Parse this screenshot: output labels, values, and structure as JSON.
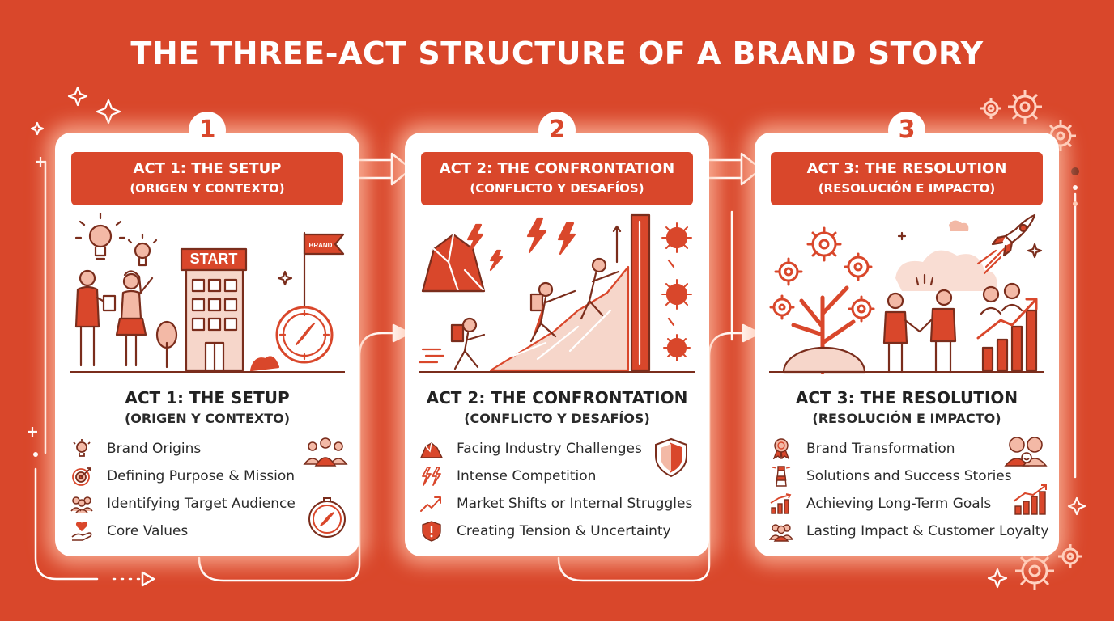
{
  "title": "THE THREE-ACT STRUCTURE OF A BRAND STORY",
  "colors": {
    "background": "#d9472b",
    "accent": "#d9472b",
    "card": "#ffffff",
    "text": "#2b2b2b"
  },
  "acts": [
    {
      "number": "1",
      "banner_title": "ACT 1: THE SETUP",
      "banner_subtitle": "(ORIGEN Y CONTEXTO)",
      "heading": "ACT 1: THE SETUP",
      "subheading": "(ORIGEN Y CONTEXTO)",
      "sign_text": "START",
      "flag_text": "BRAND",
      "items": [
        {
          "label": "Brand Origins",
          "icon": "lightbulb-icon"
        },
        {
          "label": "Defining Purpose & Mission",
          "icon": "target-icon"
        },
        {
          "label": "Identifying Target Audience",
          "icon": "audience-icon"
        },
        {
          "label": "Core Values",
          "icon": "heart-hand-icon"
        }
      ],
      "side_icons": [
        "group-icon",
        "compass-icon"
      ]
    },
    {
      "number": "2",
      "banner_title": "ACT 2: THE CONFRONTATION",
      "banner_subtitle": "(CONFLICTO Y DESAFÍOS)",
      "heading": "ACT 2: THE CONFRONTATION",
      "subheading": "(CONFLICTO Y DESAFÍOS)",
      "items": [
        {
          "label": "Facing Industry Challenges",
          "icon": "rocks-icon"
        },
        {
          "label": "Intense Competition",
          "icon": "lightning-icon"
        },
        {
          "label": "Market Shifts or Internal Struggles",
          "icon": "trend-arrow-icon"
        },
        {
          "label": "Creating Tension & Uncertainty",
          "icon": "warning-shield-icon"
        }
      ],
      "side_icons": [
        "shield-icon"
      ]
    },
    {
      "number": "3",
      "banner_title": "ACT 3: THE RESOLUTION",
      "banner_subtitle": "(RESOLUCIÓN E IMPACTO)",
      "heading": "ACT 3: THE RESOLUTION",
      "subheading": "(RESOLUCIÓN E IMPACTO)",
      "items": [
        {
          "label": "Brand Transformation",
          "icon": "medal-icon"
        },
        {
          "label": "Solutions and Success Stories",
          "icon": "lighthouse-icon"
        },
        {
          "label": "Achieving Long-Term Goals",
          "icon": "growth-chart-icon"
        },
        {
          "label": "Lasting Impact & Customer Loyalty",
          "icon": "community-icon"
        }
      ],
      "side_icons": [
        "happy-customers-icon",
        "bar-chart-icon"
      ]
    }
  ]
}
